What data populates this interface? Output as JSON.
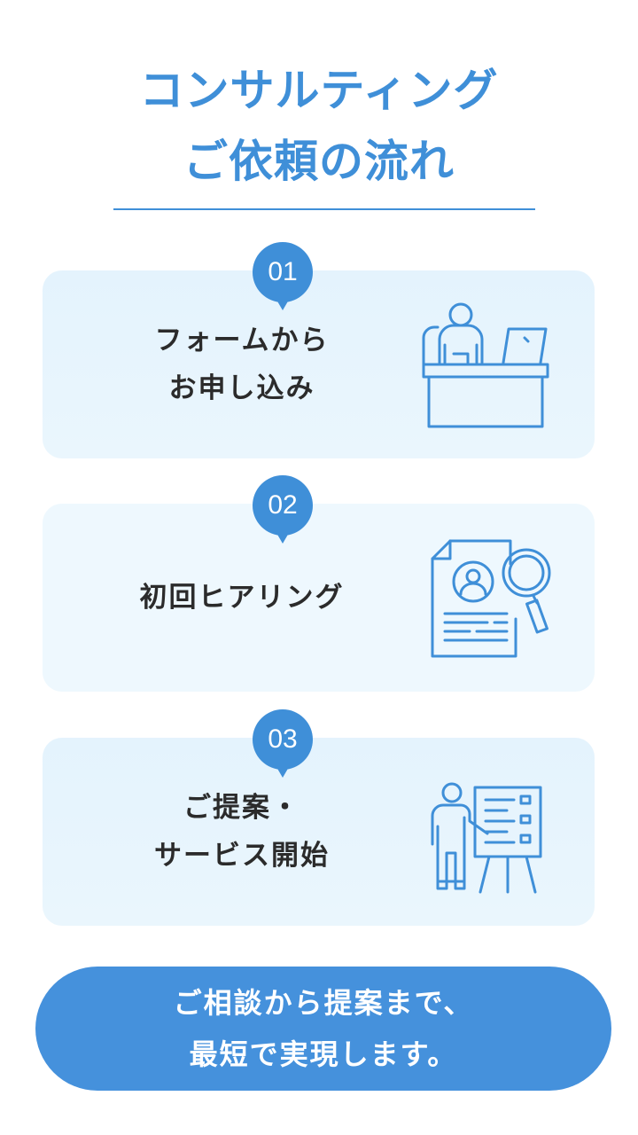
{
  "title": {
    "line1": "コンサルティング",
    "line2": "ご依頼の流れ"
  },
  "steps": [
    {
      "number": "01",
      "lines": [
        "フォームから",
        "お申し込み"
      ],
      "icon": "desk-laptop-person-icon"
    },
    {
      "number": "02",
      "lines": [
        "初回ヒアリング"
      ],
      "icon": "document-magnifier-icon"
    },
    {
      "number": "03",
      "lines": [
        "ご提案・",
        "サービス開始"
      ],
      "icon": "presentation-board-icon"
    }
  ],
  "cta": {
    "line1": "ご相談から提案まで、",
    "line2": "最短で実現します。"
  },
  "colors": {
    "accent": "#3f8fd8",
    "card_bg": "#e4f3fd",
    "text": "#2b2b2b",
    "cta_bg": "#4591dc"
  }
}
